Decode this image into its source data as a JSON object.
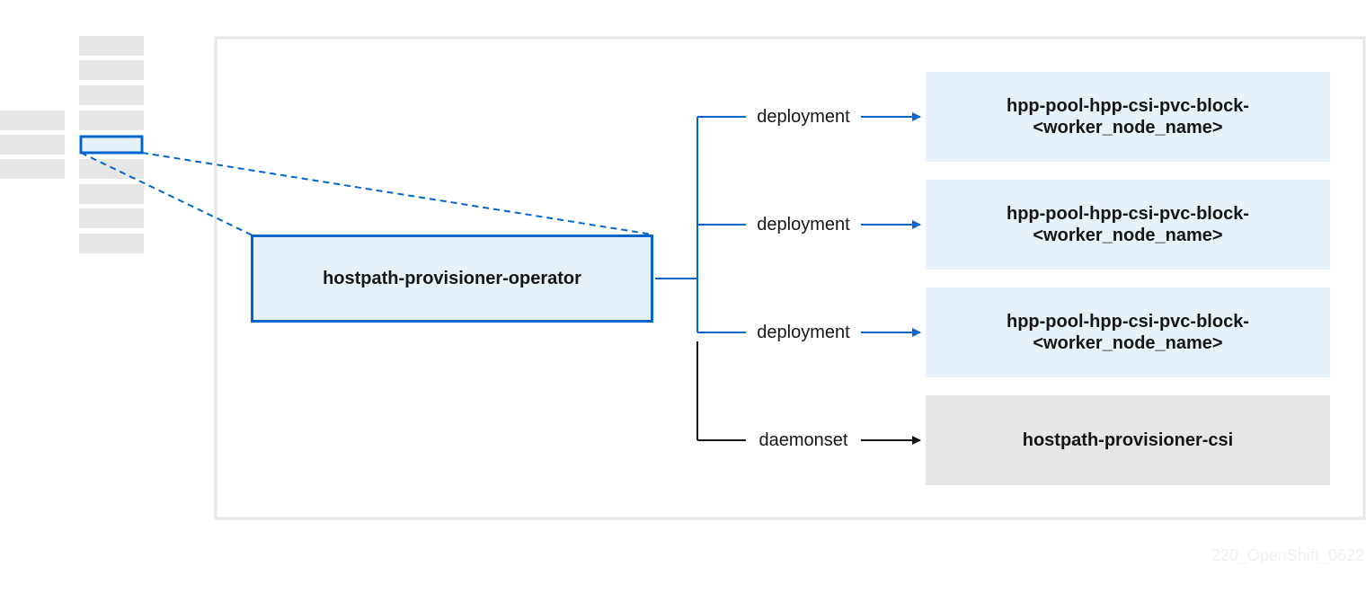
{
  "diagram": {
    "operator": {
      "label": "hostpath-provisioner-operator"
    },
    "targets": [
      {
        "line1": "hpp-pool-hpp-csi-pvc-block-",
        "line2": "<worker_node_name>"
      },
      {
        "line1": "hpp-pool-hpp-csi-pvc-block-",
        "line2": "<worker_node_name>"
      },
      {
        "line1": "hpp-pool-hpp-csi-pvc-block-",
        "line2": "<worker_node_name>"
      },
      {
        "line1": "hostpath-provisioner-csi",
        "line2": ""
      }
    ],
    "edges": [
      {
        "label": "deployment",
        "color": "#0066cc"
      },
      {
        "label": "deployment",
        "color": "#0066cc"
      },
      {
        "label": "deployment",
        "color": "#0066cc"
      },
      {
        "label": "daemonset",
        "color": "#151515"
      }
    ],
    "watermark": "220_OpenShift_0622"
  },
  "colors": {
    "accent": "#0066cc",
    "highlight_fill": "#e7f1fa",
    "neutral_fill": "#e6e6e6",
    "frame": "#e6e6e6",
    "text": "#151515"
  }
}
